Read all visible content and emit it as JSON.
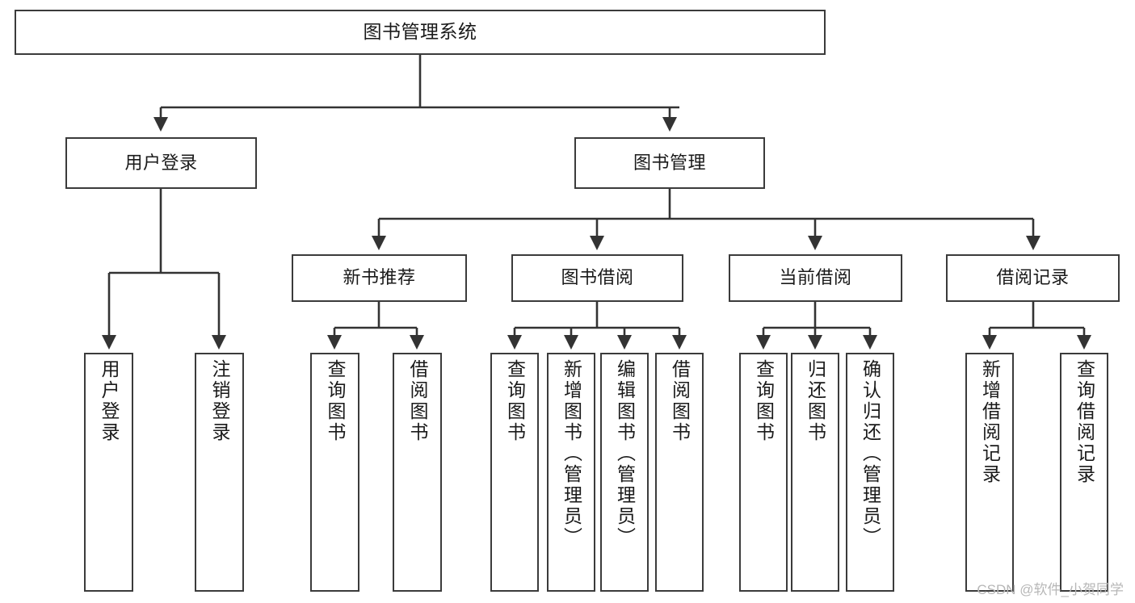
{
  "diagram": {
    "title": "图书管理系统",
    "type": "tree-hierarchy-chart",
    "background_color": "#ffffff",
    "node_border_color": "#3b3b3b",
    "edge_color": "#333333",
    "text_color": "#1a1a1a"
  },
  "nodes": {
    "root": {
      "label": "图书管理系统"
    },
    "level2": [
      {
        "id": "user-login",
        "label": "用户登录"
      },
      {
        "id": "book-management",
        "label": "图书管理"
      }
    ],
    "level3": [
      {
        "id": "new-book-recommend",
        "label": "新书推荐"
      },
      {
        "id": "book-borrow",
        "label": "图书借阅"
      },
      {
        "id": "current-borrow",
        "label": "当前借阅"
      },
      {
        "id": "borrow-record",
        "label": "借阅记录"
      }
    ],
    "leaves": {
      "user_login": [
        {
          "id": "leaf-user-login",
          "label": "用户登录"
        },
        {
          "id": "leaf-logout-login",
          "label": "注销登录"
        }
      ],
      "new_book_recommend": [
        {
          "id": "leaf-query-book-1",
          "label": "查询图书"
        },
        {
          "id": "leaf-borrow-book-1",
          "label": "借阅图书"
        }
      ],
      "book_borrow": [
        {
          "id": "leaf-query-book-2",
          "label": "查询图书"
        },
        {
          "id": "leaf-add-book",
          "label": "新增图书（管理员）"
        },
        {
          "id": "leaf-edit-book",
          "label": "编辑图书（管理员）"
        },
        {
          "id": "leaf-borrow-book-2",
          "label": "借阅图书"
        }
      ],
      "current_borrow": [
        {
          "id": "leaf-query-book-3",
          "label": "查询图书"
        },
        {
          "id": "leaf-return-book",
          "label": "归还图书"
        },
        {
          "id": "leaf-confirm-return",
          "label": "确认归还（管理员）"
        }
      ],
      "borrow_record": [
        {
          "id": "leaf-add-record",
          "label": "新增借阅记录"
        },
        {
          "id": "leaf-query-record",
          "label": "查询借阅记录"
        }
      ]
    }
  },
  "watermark": {
    "text": "CSDN @软件_小贺同学"
  }
}
